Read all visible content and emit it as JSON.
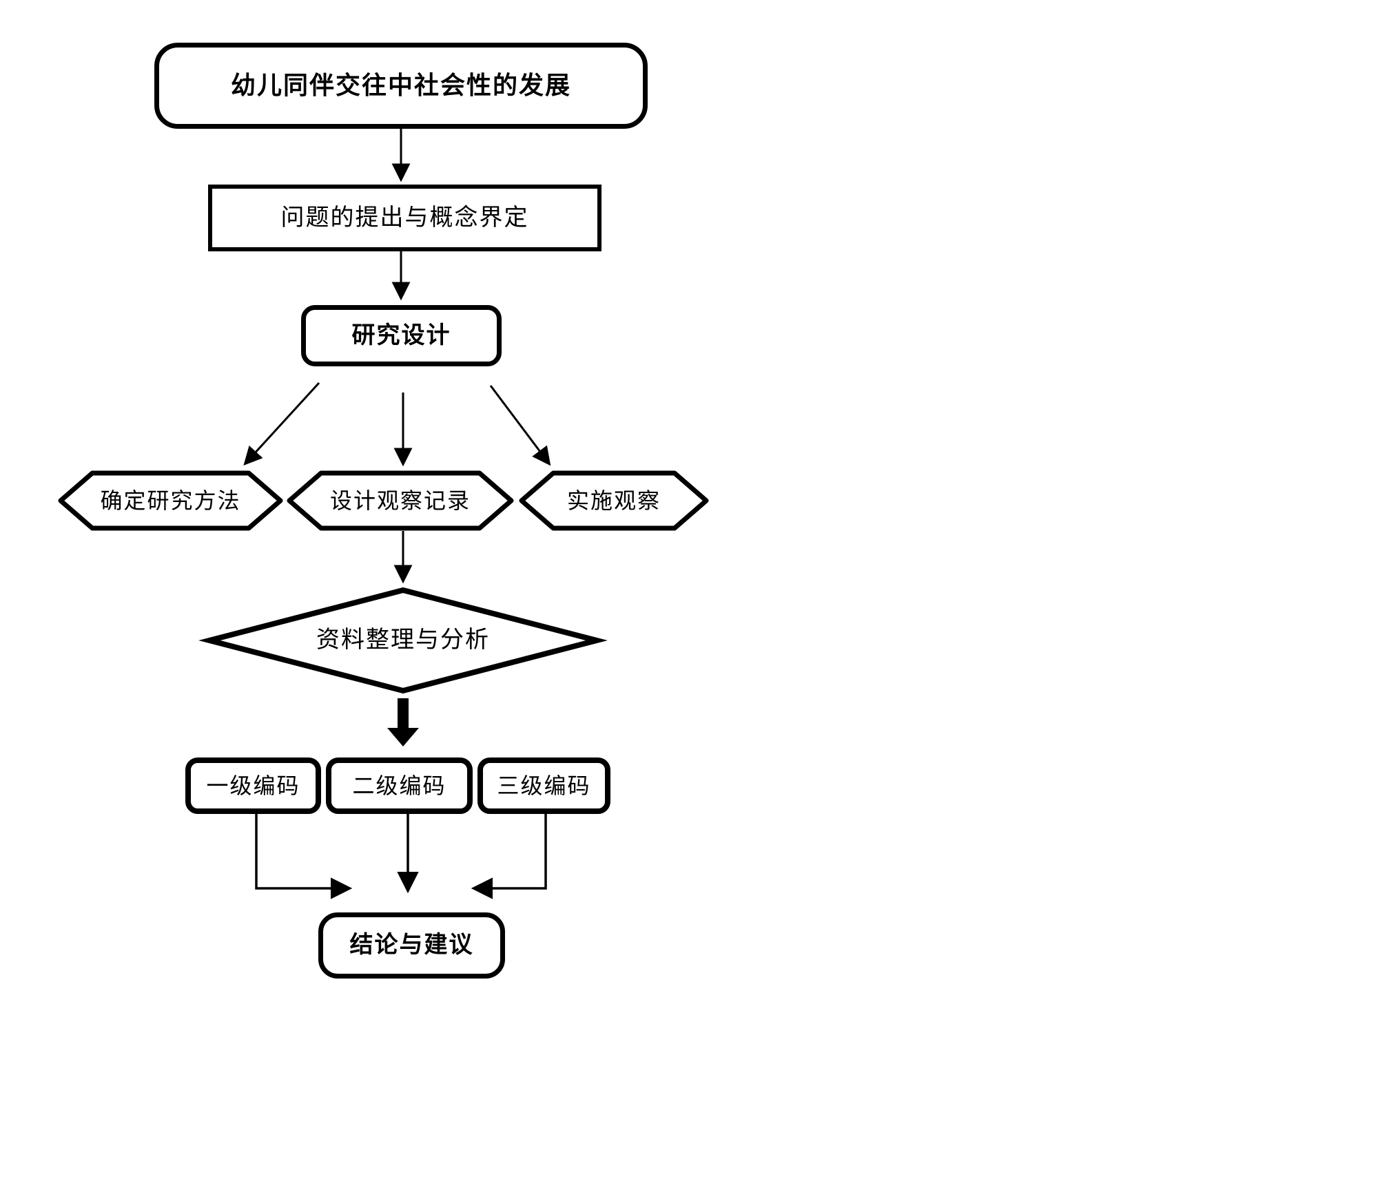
{
  "diagram": {
    "nodes": {
      "title": "幼儿同伴交往中社会性的发展",
      "problem": "问题的提出与概念界定",
      "design": "研究设计",
      "method": "确定研究方法",
      "record": "设计观察记录",
      "observe": "实施观察",
      "analysis": "资料整理与分析",
      "coding_level1": "一级编码",
      "coding_level2": "二级编码",
      "coding_level3": "三级编码",
      "conclusion": "结论与建议"
    },
    "colors": {
      "stroke": "#000000",
      "background": "#ffffff",
      "text": "#000000"
    }
  }
}
